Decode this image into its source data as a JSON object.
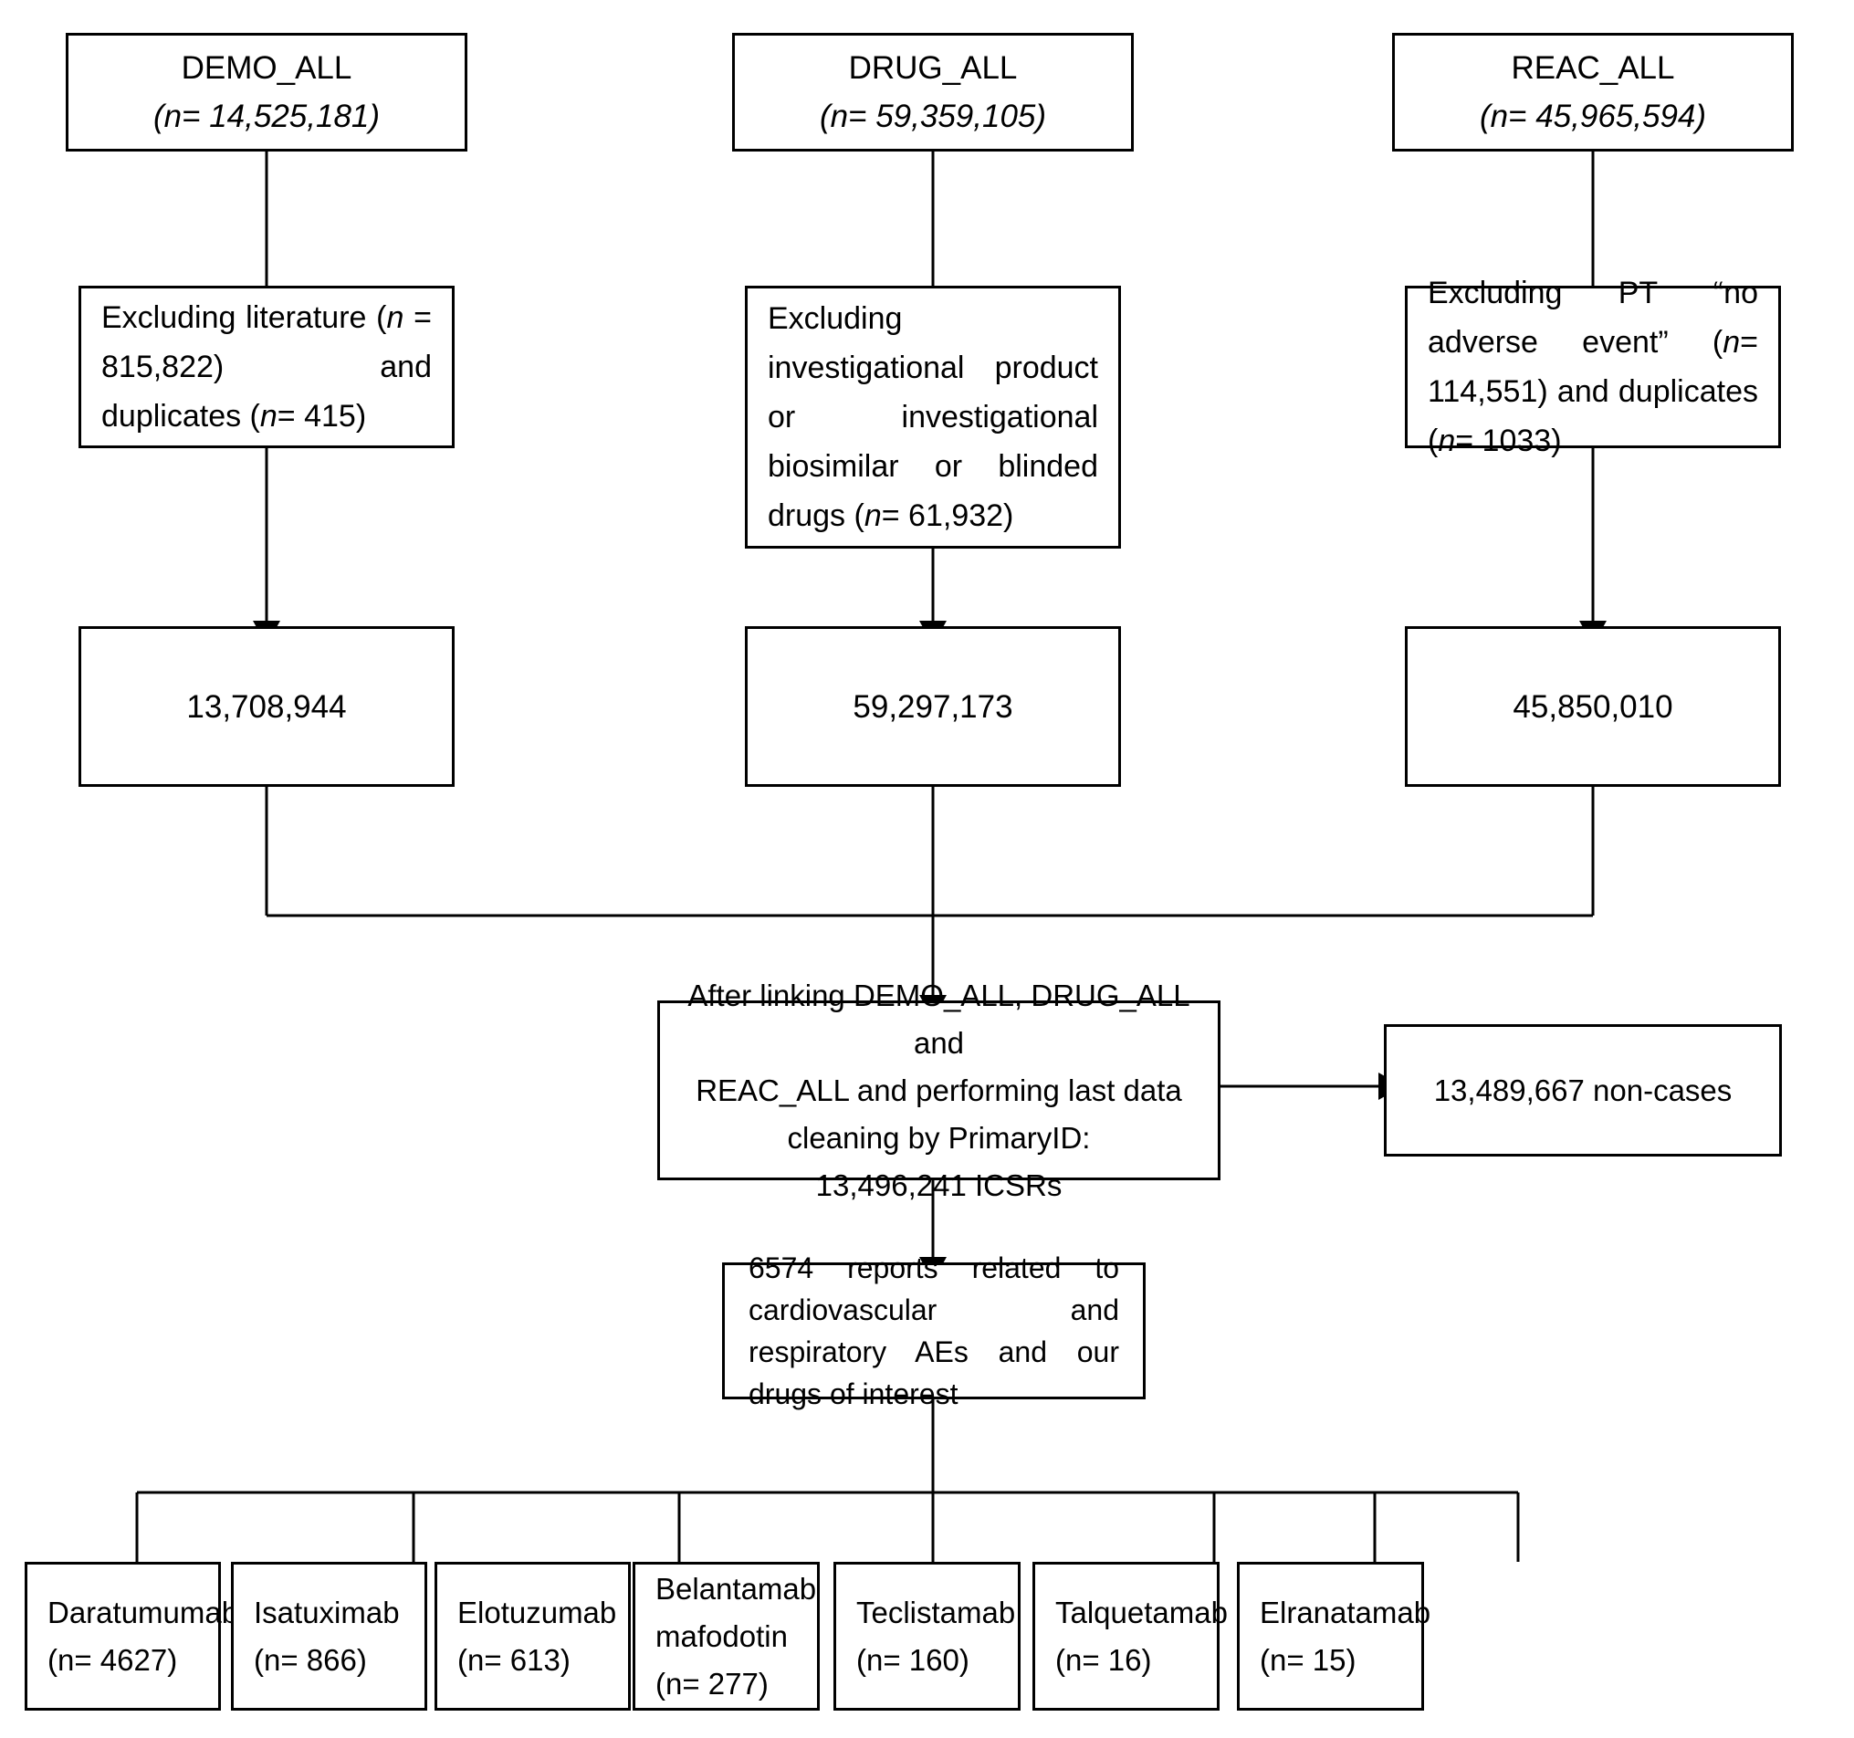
{
  "diagram": {
    "title": "FAERS data selection flowchart",
    "stroke_color": "#000000",
    "background_color": "#ffffff",
    "sources": [
      {
        "name": "DEMO_ALL",
        "count_label": "(n= 14,525,181)",
        "n_prefix": "(",
        "n_italic": "n",
        "n_rest": "= 14,525,181)"
      },
      {
        "name": "DRUG_ALL",
        "count_label": "(n= 59,359,105)",
        "n_prefix": "(",
        "n_italic": "n",
        "n_rest": "= 59,359,105)"
      },
      {
        "name": "REAC_ALL",
        "count_label": "(n= 45,965,594)",
        "n_prefix": "(",
        "n_italic": "n",
        "n_rest": "= 45,965,594)"
      }
    ],
    "exclusions": [
      {
        "id": "demo-exclusion",
        "segments": [
          {
            "text": "Excluding literature (",
            "italic": false
          },
          {
            "text": "n",
            "italic": true
          },
          {
            "text": " = 815,822) and duplicates (",
            "italic": false
          },
          {
            "text": "n",
            "italic": true
          },
          {
            "text": "= 415)",
            "italic": false
          }
        ],
        "plain": "Excluding literature (n = 815,822) and duplicates (n= 415)"
      },
      {
        "id": "drug-exclusion",
        "segments": [
          {
            "text": "Excluding investigational product or investigational biosimilar or blinded drugs (",
            "italic": false
          },
          {
            "text": "n",
            "italic": true
          },
          {
            "text": "= 61,932)",
            "italic": false
          }
        ],
        "plain": "Excluding investigational product or investigational biosimilar or blinded drugs (n= 61,932)"
      },
      {
        "id": "reac-exclusion",
        "segments": [
          {
            "text": "Excluding PT “no adverse event” (",
            "italic": false
          },
          {
            "text": "n",
            "italic": true
          },
          {
            "text": "= 114,551) and duplicates (",
            "italic": false
          },
          {
            "text": "n",
            "italic": true
          },
          {
            "text": "= 1033)",
            "italic": false
          }
        ],
        "plain": "Excluding PT “no adverse event” (n= 114,551) and duplicates (n= 1033)"
      }
    ],
    "remaining": [
      {
        "id": "demo-remaining",
        "value": "13,708,944"
      },
      {
        "id": "drug-remaining",
        "value": "59,297,173"
      },
      {
        "id": "reac-remaining",
        "value": "45,850,010"
      }
    ],
    "linked": {
      "line1": "After linking DEMO_ALL, DRUG_ALL and",
      "line2": "REAC_ALL and performing last data",
      "line3": "cleaning by PrimaryID:",
      "line4": "13,496,241 ICSRs"
    },
    "non_cases": {
      "value": "13,489,667 non-cases"
    },
    "reports": {
      "plain": "6574 reports related to cardiovascular and respiratory AEs and our drugs of interest"
    },
    "drugs": [
      {
        "name": "Daratumumab",
        "count_label": "(n= 4627)"
      },
      {
        "name": "Isatuximab",
        "count_label": "(n= 866)"
      },
      {
        "name": "Elotuzumab",
        "count_label": "(n= 613)"
      },
      {
        "name": "Belantamab mafodotin",
        "count_label": "(n= 277)"
      },
      {
        "name": "Teclistamab",
        "count_label": "(n= 160)"
      },
      {
        "name": "Talquetamab",
        "count_label": "(n= 16)"
      },
      {
        "name": "Elranatamab",
        "count_label": "(n= 15)"
      }
    ]
  }
}
